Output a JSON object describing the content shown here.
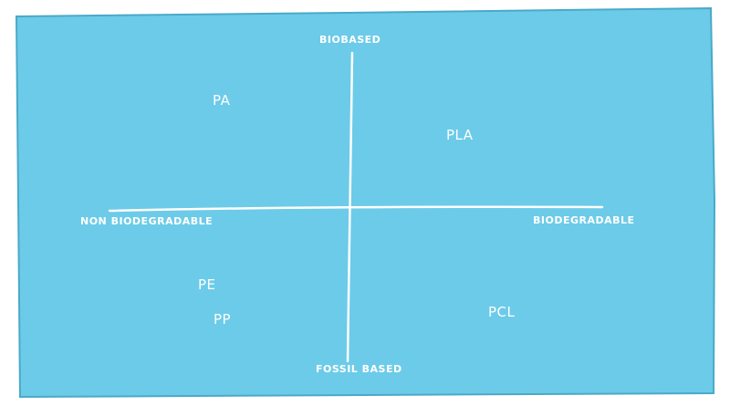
{
  "colors": {
    "background": "#6ccbe8",
    "ink": "#ffffff",
    "border": "#4aa9c9"
  },
  "axes": {
    "top": "BioBased",
    "bottom": "Fossil Based",
    "left": "Non Biodegradable",
    "right": "Biodegradable"
  },
  "materials": [
    {
      "label": "PA"
    },
    {
      "label": "PLA"
    },
    {
      "label": "PE"
    },
    {
      "label": "PP"
    },
    {
      "label": "PCL"
    }
  ]
}
